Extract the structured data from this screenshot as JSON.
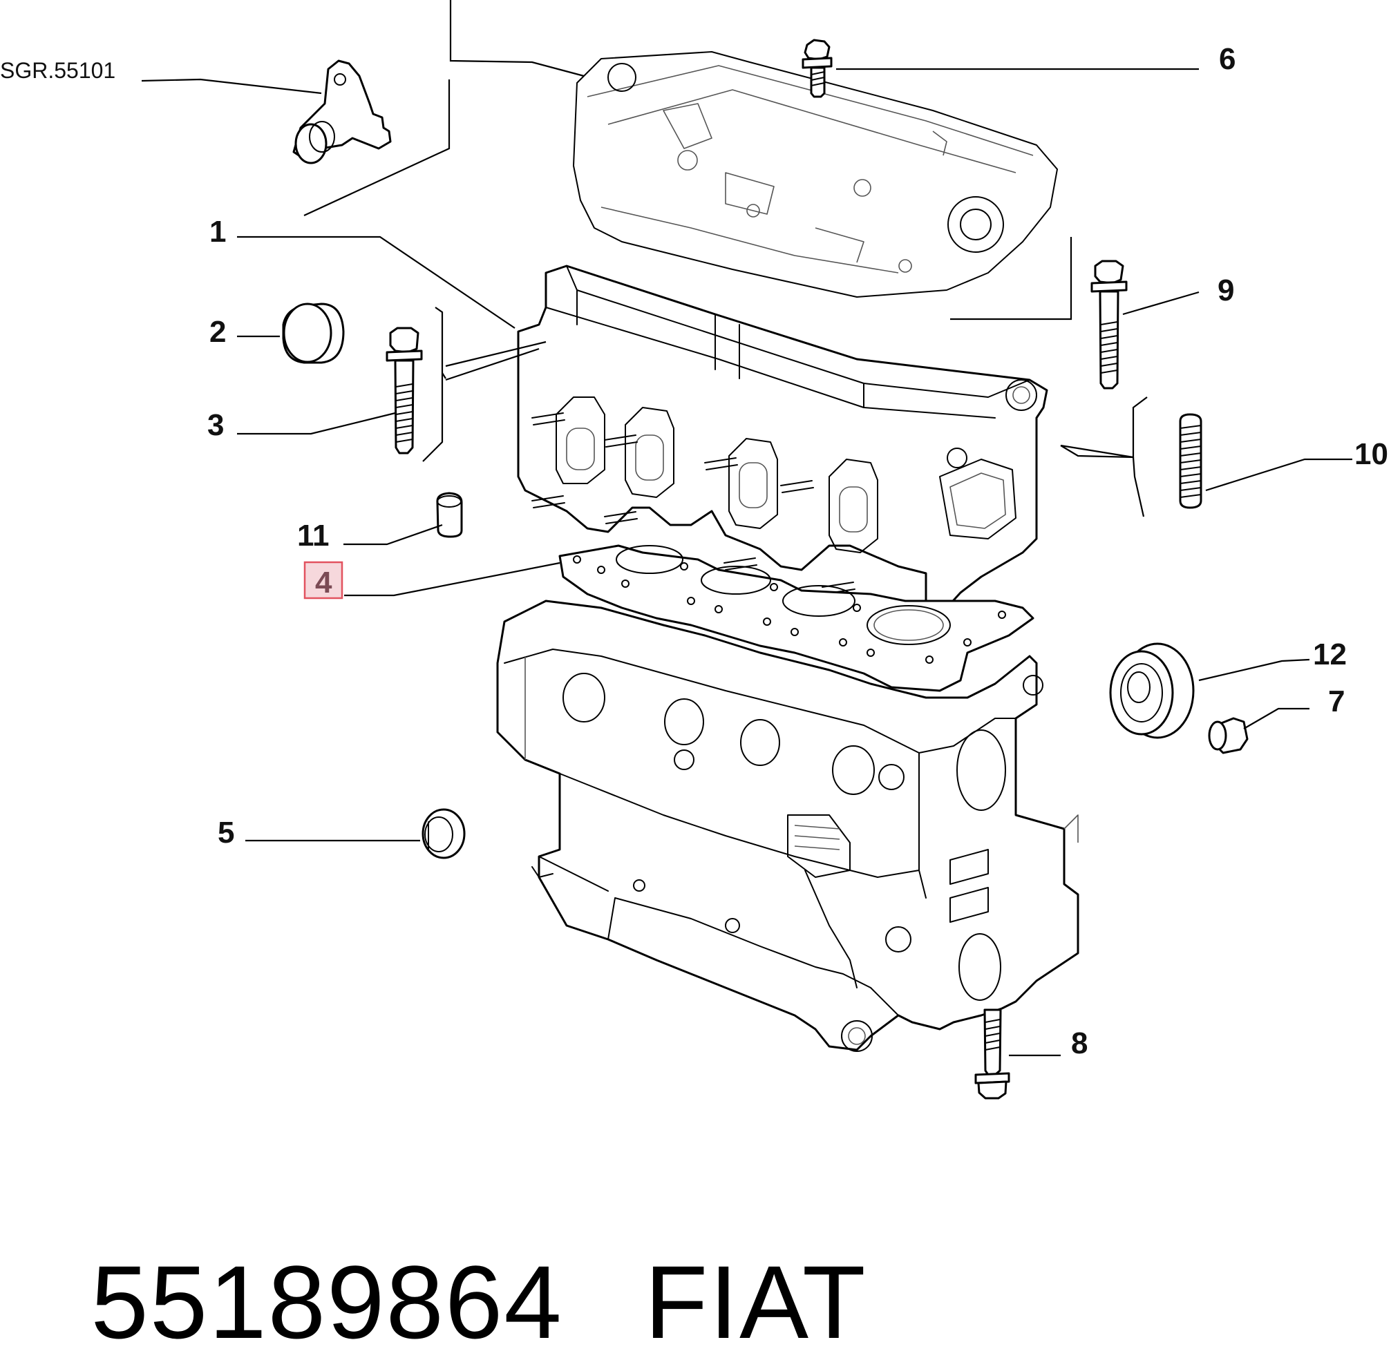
{
  "labels": {
    "ref_group": "SGR.55101",
    "p1": "1",
    "p2": "2",
    "p3": "3",
    "p4": "4",
    "p5": "5",
    "p6": "6",
    "p7": "7",
    "p8": "8",
    "p9": "9",
    "p10": "10",
    "p11": "11",
    "p12": "12"
  },
  "caption": {
    "part_number": "55189864",
    "brand": "FIAT"
  },
  "colors": {
    "highlight_fill": "#f6d8dc",
    "highlight_border": "#e2525f"
  }
}
